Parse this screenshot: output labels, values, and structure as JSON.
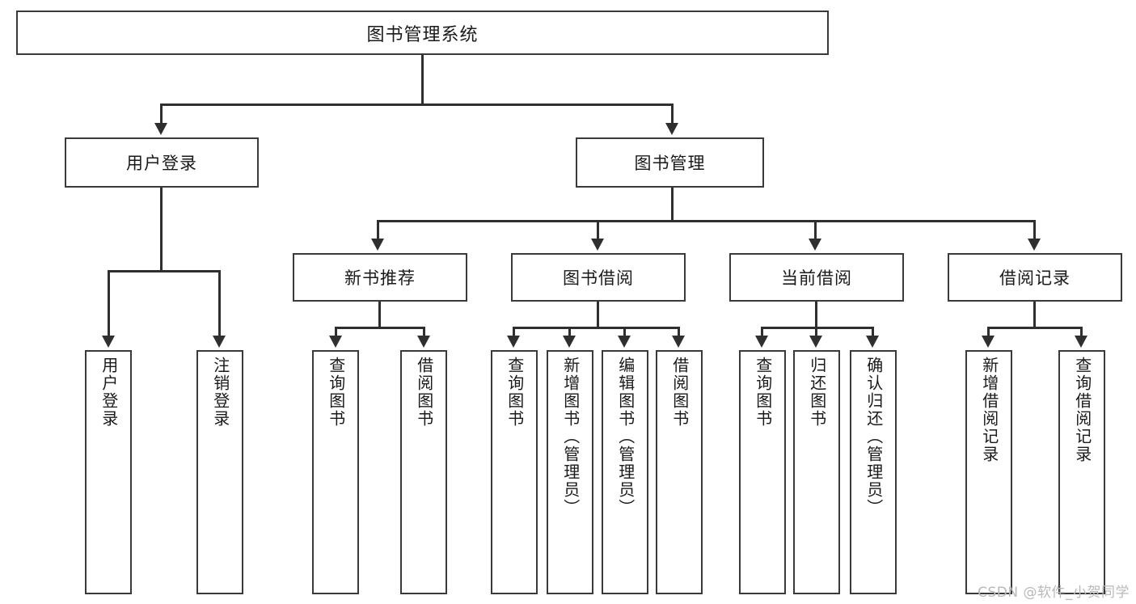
{
  "diagram": {
    "title": "图书管理系统",
    "type": "tree-hierarchy-chart",
    "root": {
      "label": "图书管理系统"
    },
    "level2": [
      {
        "id": "user-login",
        "label": "用户登录"
      },
      {
        "id": "book-management",
        "label": "图书管理"
      }
    ],
    "level3": [
      {
        "id": "new-book-recommend",
        "label": "新书推荐",
        "parent": "book-management"
      },
      {
        "id": "book-borrow",
        "label": "图书借阅",
        "parent": "book-management"
      },
      {
        "id": "current-borrow",
        "label": "当前借阅",
        "parent": "book-management"
      },
      {
        "id": "borrow-record",
        "label": "借阅记录",
        "parent": "book-management"
      }
    ],
    "leaves": {
      "user_login": [
        {
          "id": "leaf-user-login",
          "label": "用户登录"
        },
        {
          "id": "leaf-logout-login",
          "label": "注销登录"
        }
      ],
      "new_book_recommend": [
        {
          "id": "leaf-query-book-1",
          "label": "查询图书"
        },
        {
          "id": "leaf-borrow-book-1",
          "label": "借阅图书"
        }
      ],
      "book_borrow": [
        {
          "id": "leaf-query-book-2",
          "label": "查询图书"
        },
        {
          "id": "leaf-add-book",
          "label": "新增图书（管理员）"
        },
        {
          "id": "leaf-edit-book",
          "label": "编辑图书（管理员）"
        },
        {
          "id": "leaf-borrow-book-2",
          "label": "借阅图书"
        }
      ],
      "current_borrow": [
        {
          "id": "leaf-query-book-3",
          "label": "查询图书"
        },
        {
          "id": "leaf-return-book",
          "label": "归还图书"
        },
        {
          "id": "leaf-confirm-return",
          "label": "确认归还（管理员）"
        }
      ],
      "borrow_record": [
        {
          "id": "leaf-add-borrow-record",
          "label": "新增借阅记录"
        },
        {
          "id": "leaf-query-borrow-record",
          "label": "查询借阅记录"
        }
      ]
    }
  },
  "watermark": {
    "text": "CSDN @软件_小贺同学"
  },
  "colors": {
    "box_border": "#3a3a3a",
    "line": "#2f2f2f",
    "text": "#1a1a1a",
    "background": "#ffffff",
    "watermark": "#b9b9b9"
  }
}
